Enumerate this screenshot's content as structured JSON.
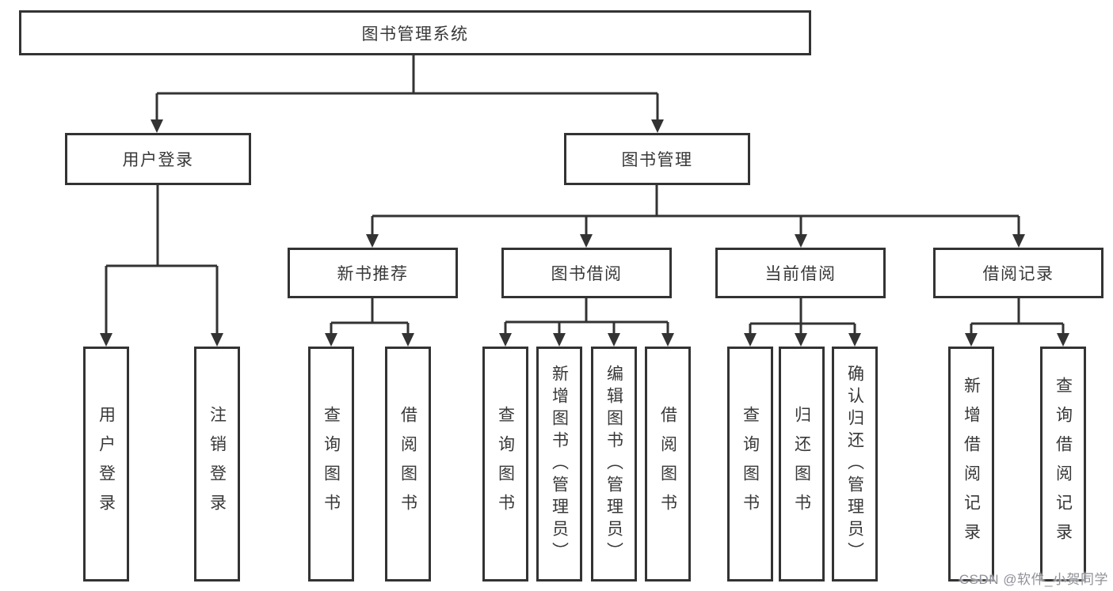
{
  "diagram": {
    "root": {
      "label": "图书管理系统"
    },
    "branches": [
      {
        "label": "用户登录",
        "children": [
          {
            "label": "用户登录"
          },
          {
            "label": "注销登录"
          }
        ]
      },
      {
        "label": "图书管理",
        "children": [
          {
            "label": "新书推荐",
            "children": [
              {
                "label": "查询图书"
              },
              {
                "label": "借阅图书"
              }
            ]
          },
          {
            "label": "图书借阅",
            "children": [
              {
                "label": "查询图书"
              },
              {
                "label": "新增图书（管理员）"
              },
              {
                "label": "编辑图书（管理员）"
              },
              {
                "label": "借阅图书"
              }
            ]
          },
          {
            "label": "当前借阅",
            "children": [
              {
                "label": "查询图书"
              },
              {
                "label": "归还图书"
              },
              {
                "label": "确认归还（管理员）"
              }
            ]
          },
          {
            "label": "借阅记录",
            "children": [
              {
                "label": "新增借阅记录"
              },
              {
                "label": "查询借阅记录"
              }
            ]
          }
        ]
      }
    ]
  },
  "watermark": {
    "text": "CSDN @软件_小贺同学"
  },
  "colors": {
    "line": "#333333",
    "text": "#383838",
    "background": "#ffffff",
    "watermark": "#90909a"
  }
}
